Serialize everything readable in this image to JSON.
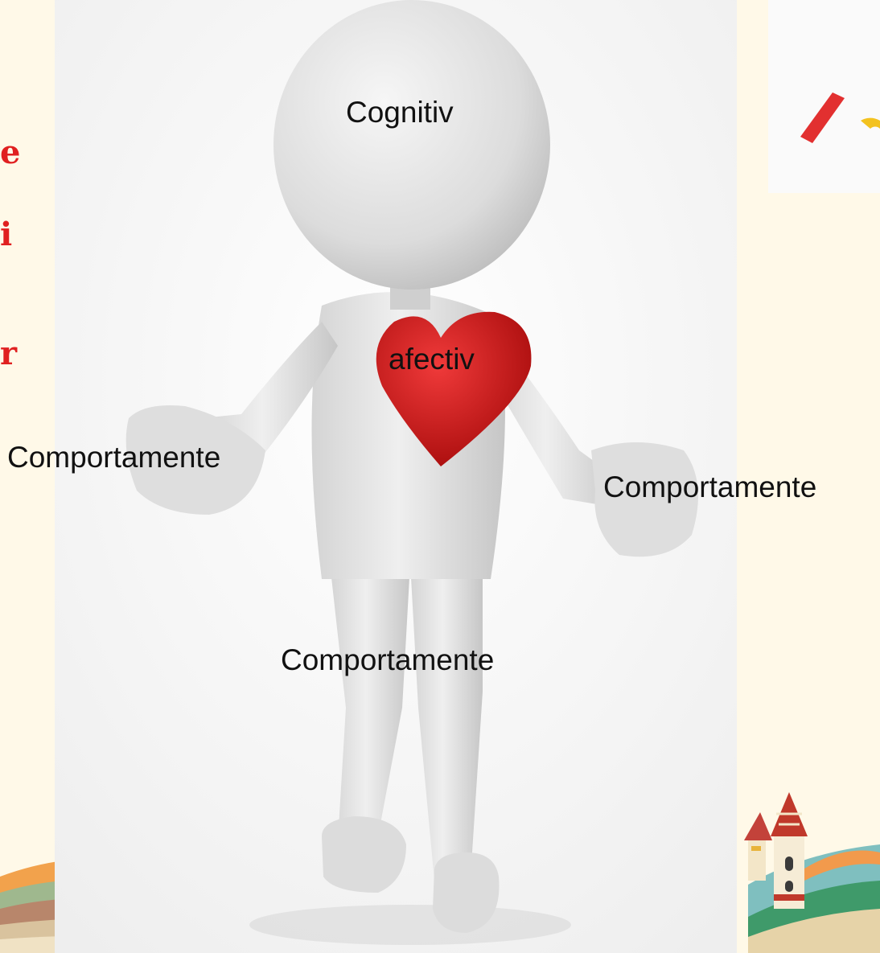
{
  "left_fragment": {
    "letters": [
      "e",
      "i",
      "r"
    ],
    "color": "#e02020"
  },
  "figure": {
    "labels": {
      "head": "Cognitiv",
      "heart": "afectiv",
      "left_hand": "Comportamente",
      "right_hand": "Comportamente",
      "legs": "Comportamente"
    },
    "heart_color": "#d41616"
  },
  "background": {
    "color": "#fff9e8"
  }
}
